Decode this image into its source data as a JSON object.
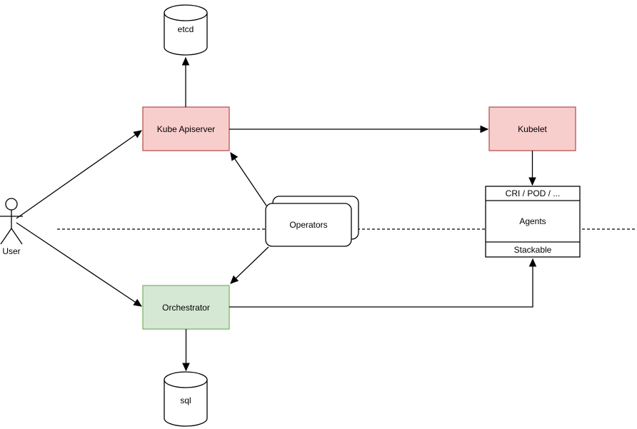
{
  "diagram": {
    "colors": {
      "red_fill": "#f8cecc",
      "red_stroke": "#b85450",
      "green_fill": "#d5e8d4",
      "green_stroke": "#82b366",
      "neutral_fill": "#ffffff",
      "line": "#000000",
      "background": "#ffffff"
    },
    "nodes": {
      "etcd": {
        "label": "etcd",
        "shape": "cylinder"
      },
      "kube_apiserver": {
        "label": "Kube Apiserver",
        "shape": "rect",
        "color": "red"
      },
      "kubelet": {
        "label": "Kubelet",
        "shape": "rect",
        "color": "red"
      },
      "operators": {
        "label": "Operators",
        "shape": "stacked-rounded-rect"
      },
      "agents": {
        "header": "CRI / POD / ...",
        "body": "Agents",
        "footer": "Stackable",
        "shape": "partitioned-rect"
      },
      "orchestrator": {
        "label": "Orchestrator",
        "shape": "rect",
        "color": "green"
      },
      "sql": {
        "label": "sql",
        "shape": "cylinder"
      },
      "user": {
        "label": "User",
        "shape": "actor"
      }
    },
    "edges": [
      {
        "from": "User",
        "to": "Kube Apiserver",
        "style": "solid-arrow"
      },
      {
        "from": "User",
        "to": "Orchestrator",
        "style": "solid-arrow"
      },
      {
        "from": "Kube Apiserver",
        "to": "etcd",
        "style": "solid-arrow"
      },
      {
        "from": "Kube Apiserver",
        "to": "Kubelet",
        "style": "solid-arrow"
      },
      {
        "from": "Kubelet",
        "to": "Agents (CRI / POD / ...)",
        "style": "solid-arrow"
      },
      {
        "from": "Operators",
        "to": "Kube Apiserver",
        "style": "solid-arrow"
      },
      {
        "from": "Operators",
        "to": "Orchestrator",
        "style": "solid-arrow"
      },
      {
        "from": "Orchestrator",
        "to": "Agents (Stackable)",
        "style": "solid-arrow-orthogonal"
      },
      {
        "from": "Orchestrator",
        "to": "sql",
        "style": "solid-arrow"
      }
    ],
    "separator": {
      "style": "dashed-horizontal-line"
    }
  }
}
